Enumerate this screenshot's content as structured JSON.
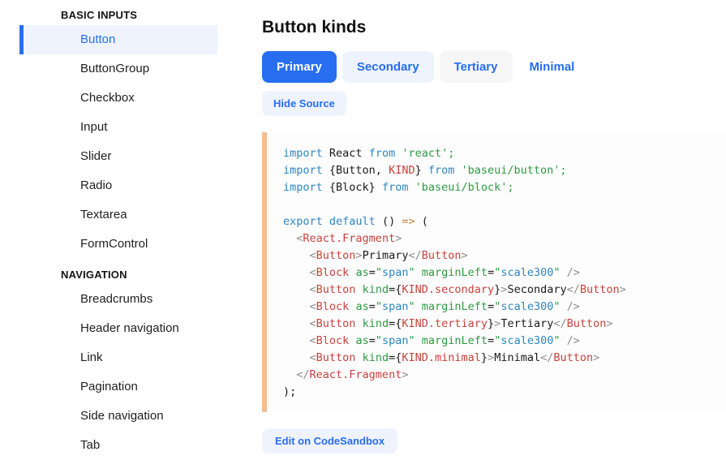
{
  "sidebar": {
    "sections": [
      {
        "title": "BASIC INPUTS",
        "items": [
          {
            "label": "Button",
            "selected": true
          },
          {
            "label": "ButtonGroup",
            "selected": false
          },
          {
            "label": "Checkbox",
            "selected": false
          },
          {
            "label": "Input",
            "selected": false
          },
          {
            "label": "Slider",
            "selected": false
          },
          {
            "label": "Radio",
            "selected": false
          },
          {
            "label": "Textarea",
            "selected": false
          },
          {
            "label": "FormControl",
            "selected": false
          }
        ]
      },
      {
        "title": "NAVIGATION",
        "items": [
          {
            "label": "Breadcrumbs",
            "selected": false
          },
          {
            "label": "Header navigation",
            "selected": false
          },
          {
            "label": "Link",
            "selected": false
          },
          {
            "label": "Pagination",
            "selected": false
          },
          {
            "label": "Side navigation",
            "selected": false
          },
          {
            "label": "Tab",
            "selected": false
          }
        ]
      }
    ]
  },
  "main": {
    "title": "Button kinds",
    "kind_buttons": [
      {
        "label": "Primary",
        "kind": "primary"
      },
      {
        "label": "Secondary",
        "kind": "secondary"
      },
      {
        "label": "Tertiary",
        "kind": "tertiary"
      },
      {
        "label": "Minimal",
        "kind": "minimal"
      }
    ],
    "hide_source_label": "Hide Source",
    "edit_label": "Edit on CodeSandbox"
  },
  "code": {
    "lines": [
      [
        [
          "k",
          "import"
        ],
        [
          "p",
          " React "
        ],
        [
          "k",
          "from"
        ],
        [
          "p",
          " "
        ],
        [
          "s",
          "'react';"
        ]
      ],
      [
        [
          "k",
          "import"
        ],
        [
          "p",
          " {Button, "
        ],
        [
          "t",
          "KIND"
        ],
        [
          "p",
          "} "
        ],
        [
          "k",
          "from"
        ],
        [
          "p",
          " "
        ],
        [
          "s",
          "'baseui/button';"
        ]
      ],
      [
        [
          "k",
          "import"
        ],
        [
          "p",
          " {Block} "
        ],
        [
          "k",
          "from"
        ],
        [
          "p",
          " "
        ],
        [
          "s",
          "'baseui/block';"
        ]
      ],
      [],
      [
        [
          "k",
          "export"
        ],
        [
          "p",
          " "
        ],
        [
          "k",
          "default"
        ],
        [
          "p",
          " () "
        ],
        [
          "o",
          "=>"
        ],
        [
          "p",
          " ("
        ]
      ],
      [
        [
          "p",
          "  "
        ],
        [
          "g",
          "<"
        ],
        [
          "t",
          "React.Fragment"
        ],
        [
          "g",
          ">"
        ]
      ],
      [
        [
          "p",
          "    "
        ],
        [
          "g",
          "<"
        ],
        [
          "t",
          "Button"
        ],
        [
          "g",
          ">"
        ],
        [
          "p",
          "Primary"
        ],
        [
          "g",
          "</"
        ],
        [
          "t",
          "Button"
        ],
        [
          "g",
          ">"
        ]
      ],
      [
        [
          "p",
          "    "
        ],
        [
          "g",
          "<"
        ],
        [
          "t",
          "Block"
        ],
        [
          "p",
          " "
        ],
        [
          "a",
          "as"
        ],
        [
          "p",
          "="
        ],
        [
          "s",
          "\""
        ],
        [
          "v",
          "span"
        ],
        [
          "s",
          "\""
        ],
        [
          "p",
          " "
        ],
        [
          "a",
          "marginLeft"
        ],
        [
          "p",
          "="
        ],
        [
          "s",
          "\""
        ],
        [
          "v",
          "scale300"
        ],
        [
          "s",
          "\""
        ],
        [
          "p",
          " "
        ],
        [
          "g",
          "/>"
        ]
      ],
      [
        [
          "p",
          "    "
        ],
        [
          "g",
          "<"
        ],
        [
          "t",
          "Button"
        ],
        [
          "p",
          " "
        ],
        [
          "a",
          "kind"
        ],
        [
          "p",
          "={"
        ],
        [
          "t",
          "KIND.secondary"
        ],
        [
          "p",
          "}"
        ],
        [
          "g",
          ">"
        ],
        [
          "p",
          "Secondary"
        ],
        [
          "g",
          "</"
        ],
        [
          "t",
          "Button"
        ],
        [
          "g",
          ">"
        ]
      ],
      [
        [
          "p",
          "    "
        ],
        [
          "g",
          "<"
        ],
        [
          "t",
          "Block"
        ],
        [
          "p",
          " "
        ],
        [
          "a",
          "as"
        ],
        [
          "p",
          "="
        ],
        [
          "s",
          "\""
        ],
        [
          "v",
          "span"
        ],
        [
          "s",
          "\""
        ],
        [
          "p",
          " "
        ],
        [
          "a",
          "marginLeft"
        ],
        [
          "p",
          "="
        ],
        [
          "s",
          "\""
        ],
        [
          "v",
          "scale300"
        ],
        [
          "s",
          "\""
        ],
        [
          "p",
          " "
        ],
        [
          "g",
          "/>"
        ]
      ],
      [
        [
          "p",
          "    "
        ],
        [
          "g",
          "<"
        ],
        [
          "t",
          "Button"
        ],
        [
          "p",
          " "
        ],
        [
          "a",
          "kind"
        ],
        [
          "p",
          "={"
        ],
        [
          "t",
          "KIND.tertiary"
        ],
        [
          "p",
          "}"
        ],
        [
          "g",
          ">"
        ],
        [
          "p",
          "Tertiary"
        ],
        [
          "g",
          "</"
        ],
        [
          "t",
          "Button"
        ],
        [
          "g",
          ">"
        ]
      ],
      [
        [
          "p",
          "    "
        ],
        [
          "g",
          "<"
        ],
        [
          "t",
          "Block"
        ],
        [
          "p",
          " "
        ],
        [
          "a",
          "as"
        ],
        [
          "p",
          "="
        ],
        [
          "s",
          "\""
        ],
        [
          "v",
          "span"
        ],
        [
          "s",
          "\""
        ],
        [
          "p",
          " "
        ],
        [
          "a",
          "marginLeft"
        ],
        [
          "p",
          "="
        ],
        [
          "s",
          "\""
        ],
        [
          "v",
          "scale300"
        ],
        [
          "s",
          "\""
        ],
        [
          "p",
          " "
        ],
        [
          "g",
          "/>"
        ]
      ],
      [
        [
          "p",
          "    "
        ],
        [
          "g",
          "<"
        ],
        [
          "t",
          "Button"
        ],
        [
          "p",
          " "
        ],
        [
          "a",
          "kind"
        ],
        [
          "p",
          "={"
        ],
        [
          "t",
          "KIND.minimal"
        ],
        [
          "p",
          "}"
        ],
        [
          "g",
          ">"
        ],
        [
          "p",
          "Minimal"
        ],
        [
          "g",
          "</"
        ],
        [
          "t",
          "Button"
        ],
        [
          "g",
          ">"
        ]
      ],
      [
        [
          "p",
          "  "
        ],
        [
          "g",
          "</"
        ],
        [
          "t",
          "React.Fragment"
        ],
        [
          "g",
          ">"
        ]
      ],
      [
        [
          "p",
          ");"
        ]
      ]
    ]
  },
  "colors": {
    "accent_blue": "#276EF1",
    "light_blue_bg": "#EFF3FE",
    "tertiary_gray_bg": "#F6F6F6",
    "code_border_peach": "#F6BE8E",
    "code_bg": "#FDFDFD",
    "syntax": {
      "keyword": "#2E86C1",
      "string": "#2E9A43",
      "tag_constant": "#C8423E",
      "attribute": "#2E9A43",
      "attr_value": "#2E86C1",
      "punctuation": "#8C8C8C",
      "arrow": "#C97F3C",
      "plain": "#1A1A1A"
    }
  }
}
